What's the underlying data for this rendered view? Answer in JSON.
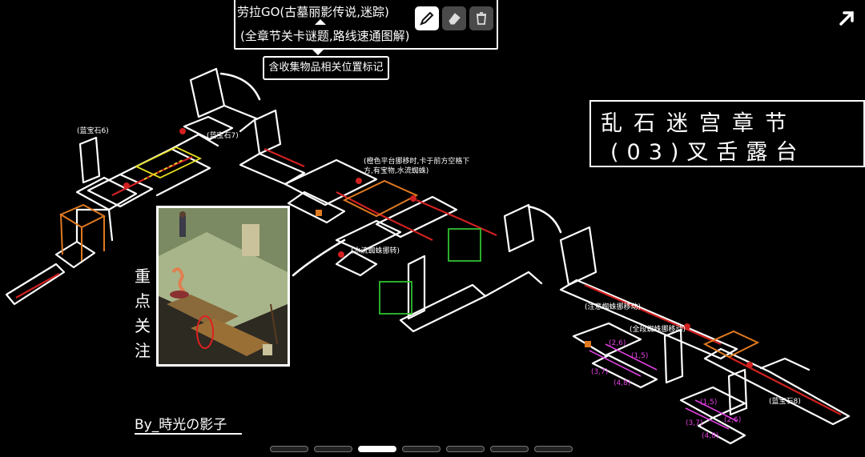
{
  "header": {
    "line1": "劳拉GO(古墓丽影传说,迷踪)",
    "line2": "(全章节关卡谜题,路线速通图解)",
    "sub_note": "含收集物品相关位置标记"
  },
  "toolbar": {
    "pen_icon": "pen-icon",
    "eraser_icon": "eraser-icon",
    "trash_icon": "trash-icon"
  },
  "chapter": {
    "title": "乱石迷宫章节",
    "subtitle": "(03)叉舌露台"
  },
  "focus_label": "重点关注",
  "author": "By_時光の影子",
  "notes": {
    "gem_left": "(蓝宝石6)",
    "gem_top": "(蓝宝石7)",
    "orange_platform": "(橙色平台挪移时,卡于前方空格下方,有宝物,水流蜘蛛)",
    "water_spider": "(水流蜘蛛挪转)",
    "spider_move": "(注意蜘蛛挪移动)",
    "spider_section": "(全段蜘蛛挪移动)",
    "gem_right": "(蓝宝石8)"
  },
  "purple_notes": [
    "(2,6)",
    "(1,5)",
    "(3,7)",
    "(4,8)",
    "(1,5)",
    "(2,6)",
    "(3,7)",
    "(4,8)"
  ],
  "pagination": {
    "count": 7,
    "active_index": 2
  },
  "colors": {
    "accent_red": "#d02020",
    "yellow": "#e8e020",
    "orange": "#e07a20",
    "green": "#30c030",
    "purple": "#e040e0"
  }
}
